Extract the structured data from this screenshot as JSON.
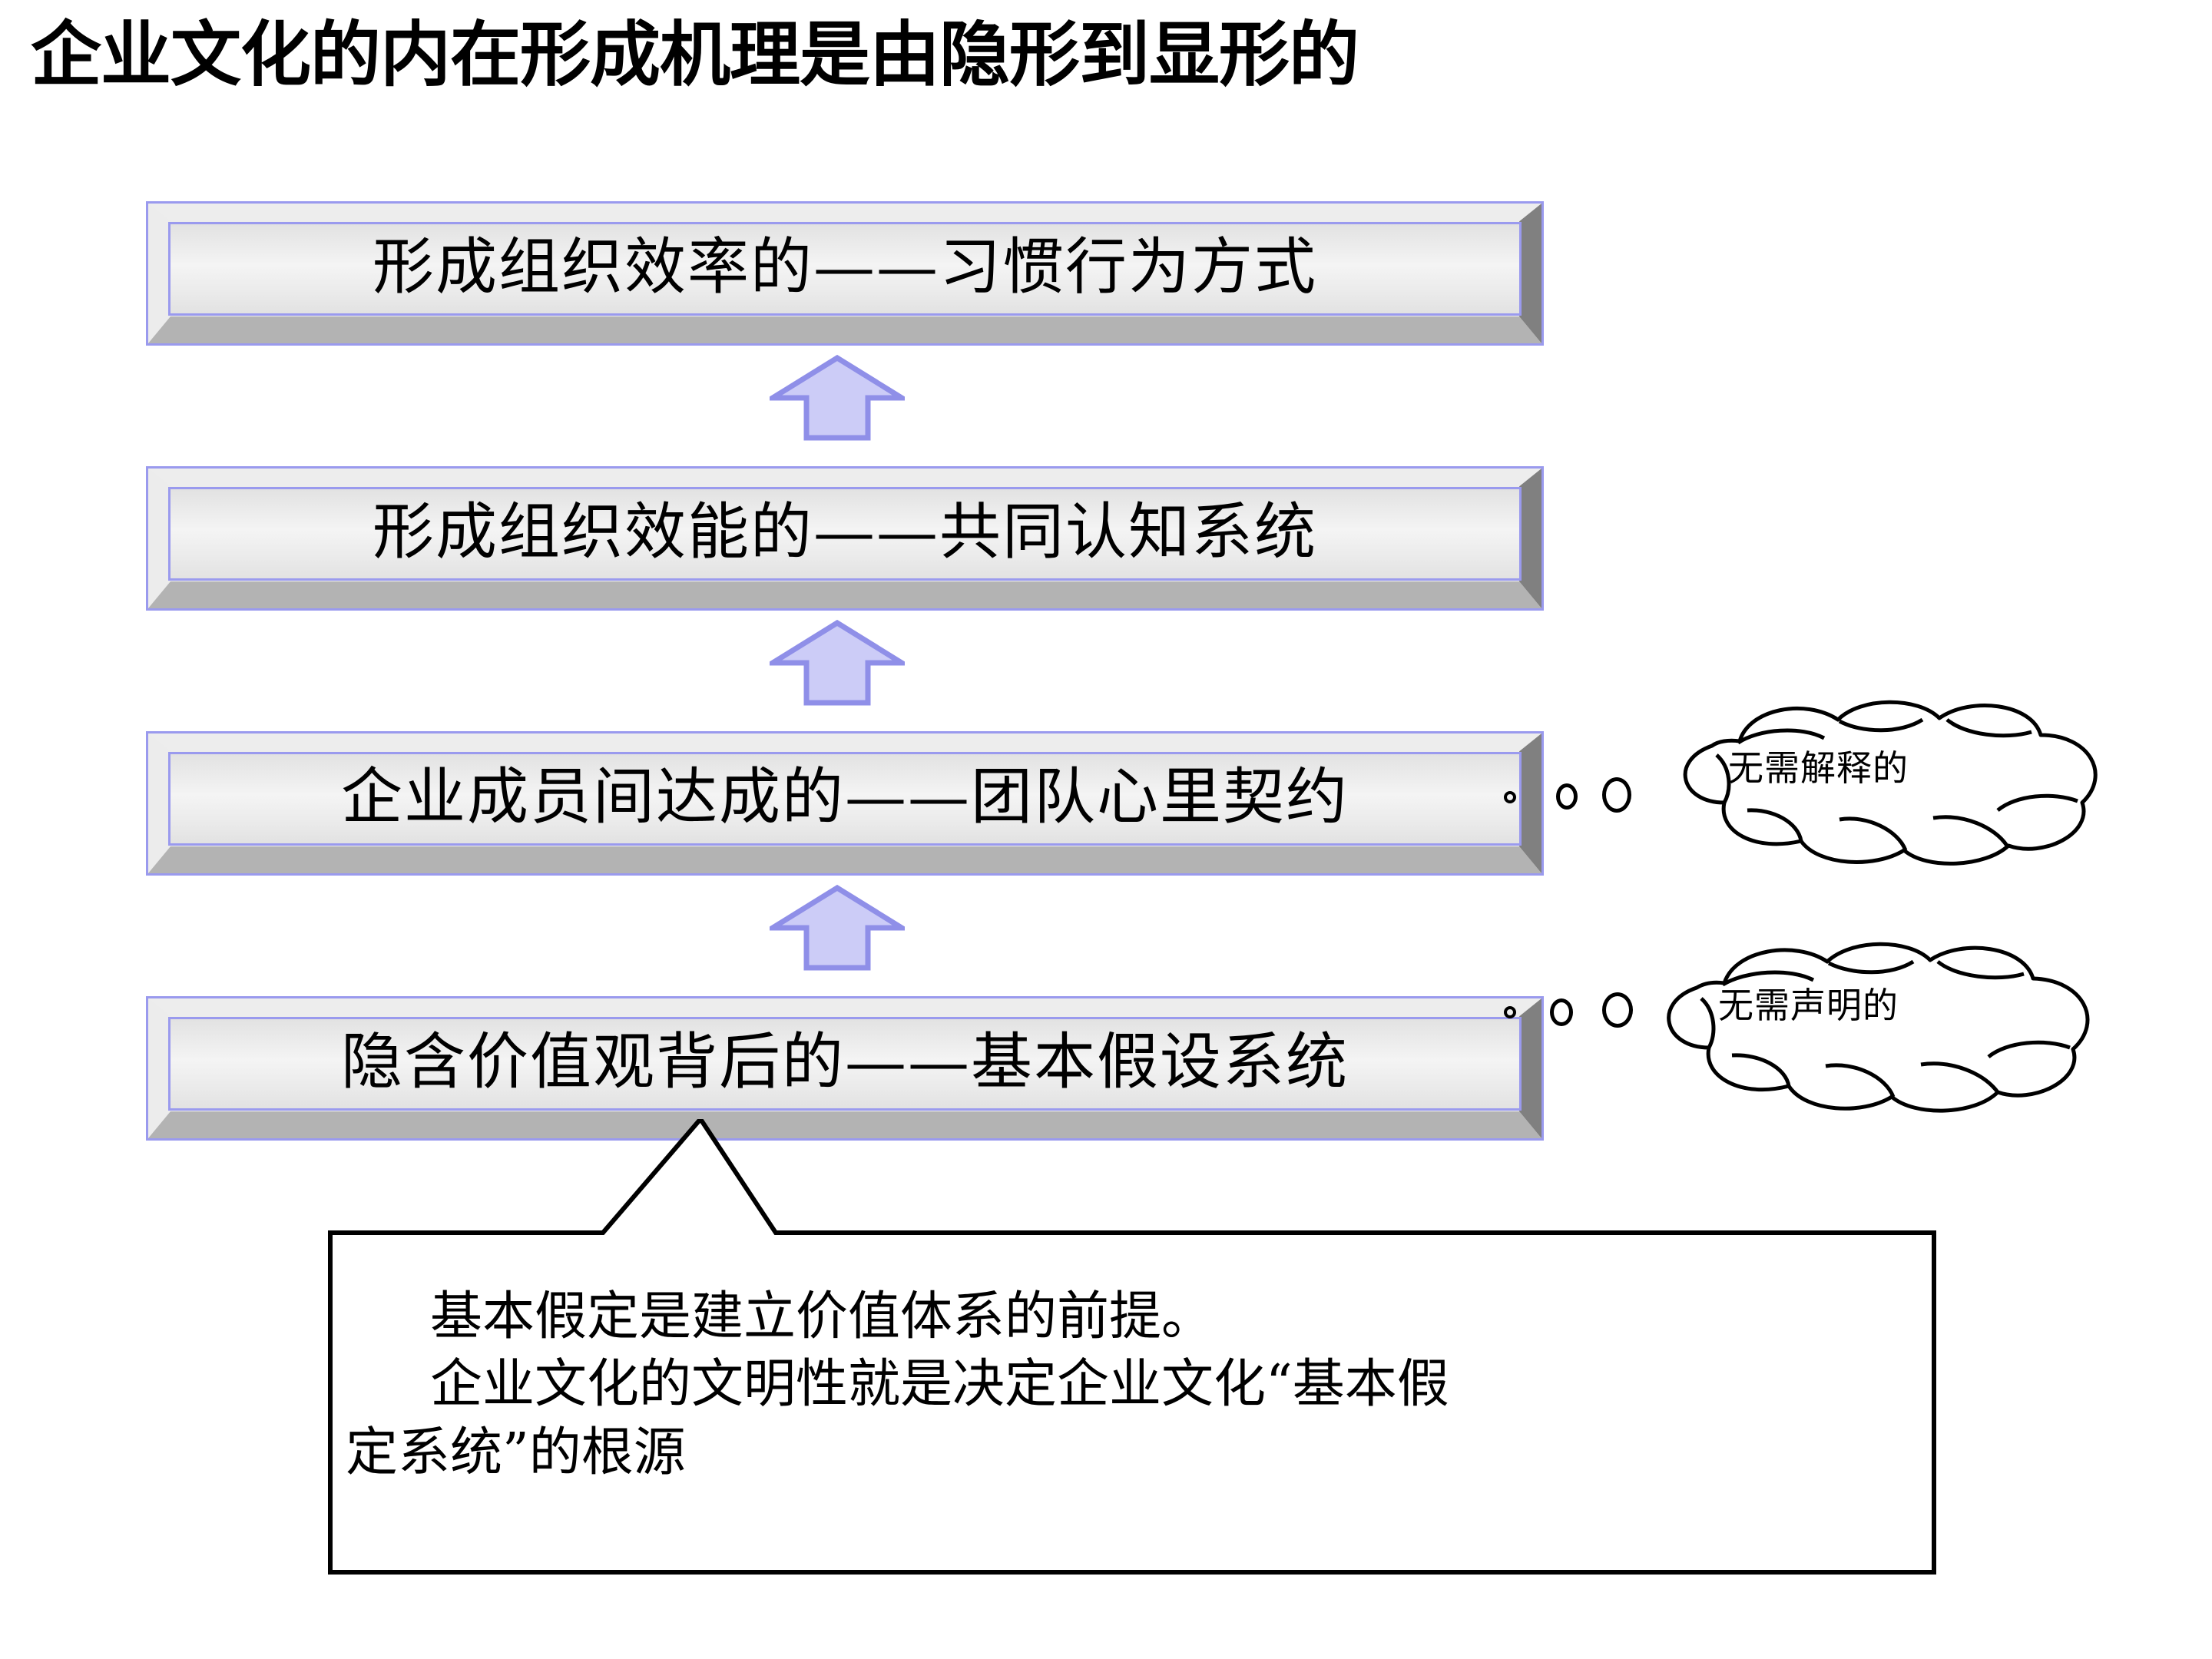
{
  "slide": {
    "title": "企业文化的内在形成机理是由隐形到显形的",
    "background_color": "#ffffff"
  },
  "colors": {
    "box_border": "#9a9aee",
    "box_face_light": "#ededed",
    "box_face_dark": "#808080",
    "box_face_bottom": "#b3b3b3",
    "arrow_fill": "#ccccf7",
    "arrow_border": "#8f8fe8",
    "text": "#000000",
    "outline": "#000000"
  },
  "pyramid": {
    "levels": [
      {
        "id": "level-1",
        "label": "形成组织效率的——习惯行为方式",
        "has_bubbles": false
      },
      {
        "id": "level-2",
        "label": "形成组织效能的——共同认知系统",
        "has_bubbles": false
      },
      {
        "id": "level-3",
        "label": "企业成员间达成的——团队心里契约",
        "has_bubbles": true
      },
      {
        "id": "level-4",
        "label": "隐含价值观背后的——基本假设系统",
        "has_bubbles": true
      }
    ],
    "arrows": [
      {
        "id": "arrow-1",
        "direction": "up"
      },
      {
        "id": "arrow-2",
        "direction": "up"
      },
      {
        "id": "arrow-3",
        "direction": "up"
      }
    ]
  },
  "clouds": [
    {
      "id": "cloud-1",
      "text": "无需解释的",
      "points_to": "level-3"
    },
    {
      "id": "cloud-2",
      "text": "无需声明的",
      "points_to": "level-4"
    }
  ],
  "note": {
    "points_to": "level-4",
    "lines": [
      "基本假定是建立价值体系的前提。",
      "企业文化的文明性就是决定企业文化“基本假",
      "定系统”的根源"
    ]
  }
}
